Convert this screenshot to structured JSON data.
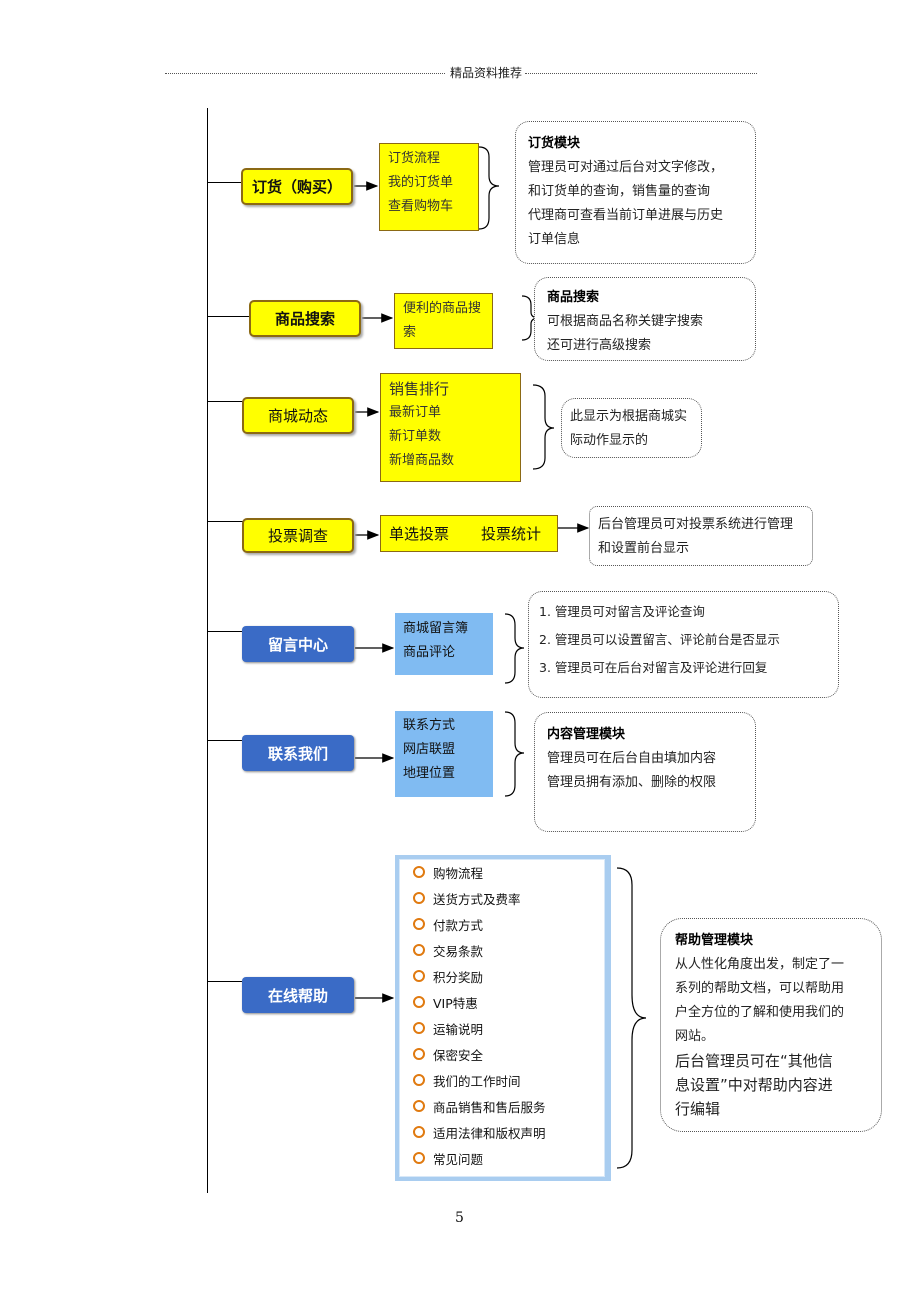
{
  "header": {
    "label": "精品资料推荐"
  },
  "page_number": "5",
  "modules": {
    "order": {
      "title": "订货（购买）",
      "items": [
        "订货流程",
        "我的订货单",
        "查看购物车"
      ],
      "note_title": "订货模块",
      "note_lines": [
        "管理员可对通过后台对文字修改，",
        "和订货单的查询，销售量的查询",
        "代理商可查看当前订单进展与历史",
        "订单信息"
      ]
    },
    "search": {
      "title": "商品搜索",
      "items": [
        "便利的商品搜",
        "索"
      ],
      "note_title": "商品搜索",
      "note_lines": [
        "可根据商品名称关键字搜索",
        "还可进行高级搜索"
      ]
    },
    "dynamics": {
      "title": "商城动态",
      "items": [
        "销售排行",
        "最新订单",
        "新订单数",
        "新增商品数"
      ],
      "note_lines": [
        "此显示为根据商城实",
        "际动作显示的"
      ]
    },
    "vote": {
      "title": "投票调查",
      "step1": "单选投票",
      "step2": "投票统计",
      "note_lines": [
        "后台管理员可对投票系统进行管理",
        "和设置前台显示"
      ]
    },
    "message": {
      "title": "留言中心",
      "items": [
        "商城留言簿",
        "商品评论"
      ],
      "note_lines": [
        "1.  管理员可对留言及评论查询",
        "2.  管理员可以设置留言、评论前台是否显示",
        "3.  管理员可在后台对留言及评论进行回复"
      ]
    },
    "contact": {
      "title": "联系我们",
      "items": [
        "联系方式",
        "网店联盟",
        "地理位置"
      ],
      "note_title": "内容管理模块",
      "note_lines": [
        "管理员可在后台自由填加内容",
        "管理员拥有添加、删除的权限"
      ]
    },
    "help": {
      "title": "在线帮助",
      "items": [
        "购物流程",
        "送货方式及费率",
        "付款方式",
        "交易条款",
        "积分奖励",
        "VIP特惠",
        "运输说明",
        "保密安全",
        "我们的工作时间",
        "商品销售和售后服务",
        "适用法律和版权声明",
        "常见问题"
      ],
      "note_title": "帮助管理模块",
      "note_lines": [
        "从人性化角度出发，制定了一",
        "系列的帮助文档，可以帮助用",
        "户全方位的了解和使用我们的",
        "网站。"
      ],
      "note_extra": [
        "后台管理员可在“其他信",
        "息设置”中对帮助内容进",
        "行编辑"
      ]
    }
  },
  "colors": {
    "yellow": "#ffff00",
    "blue_node": "#3a6bc6",
    "blue_list": "#80bbf2",
    "bullet": "#e07a10"
  }
}
